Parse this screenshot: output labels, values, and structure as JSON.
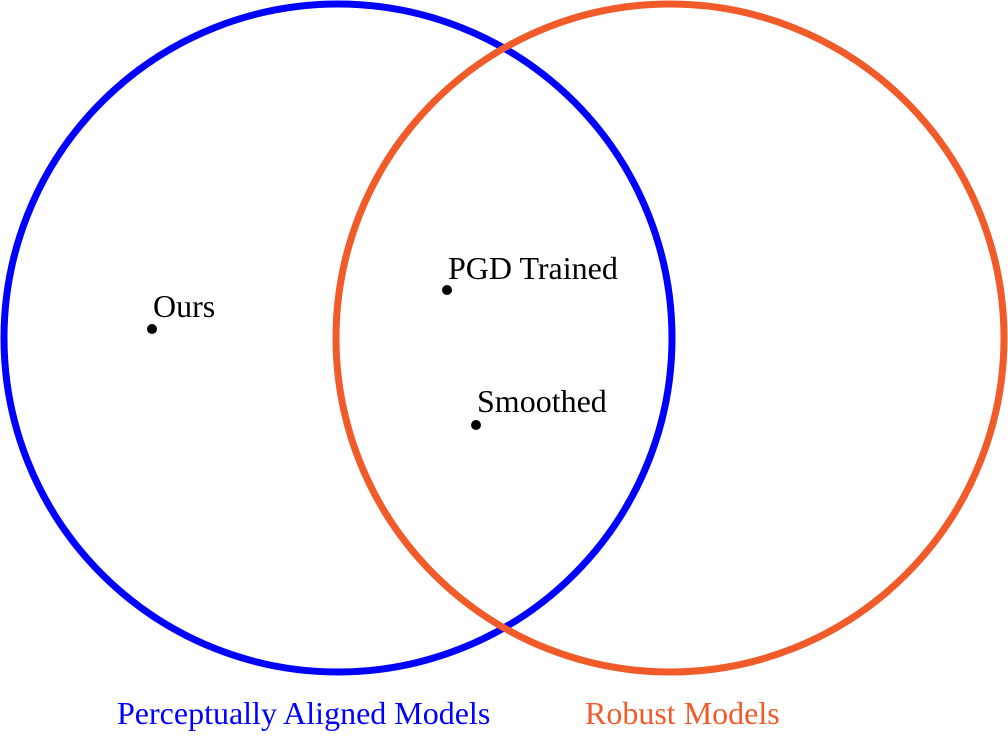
{
  "diagram": {
    "type": "venn",
    "sets": [
      {
        "id": "left",
        "label": "Perceptually Aligned Models",
        "color": "#0000ff"
      },
      {
        "id": "right",
        "label": "Robust Models",
        "color": "#f15a29"
      }
    ],
    "points": [
      {
        "label": "Ours",
        "membership": [
          "left"
        ]
      },
      {
        "label": "PGD Trained",
        "membership": [
          "left",
          "right"
        ]
      },
      {
        "label": "Smoothed",
        "membership": [
          "left",
          "right"
        ]
      }
    ]
  }
}
